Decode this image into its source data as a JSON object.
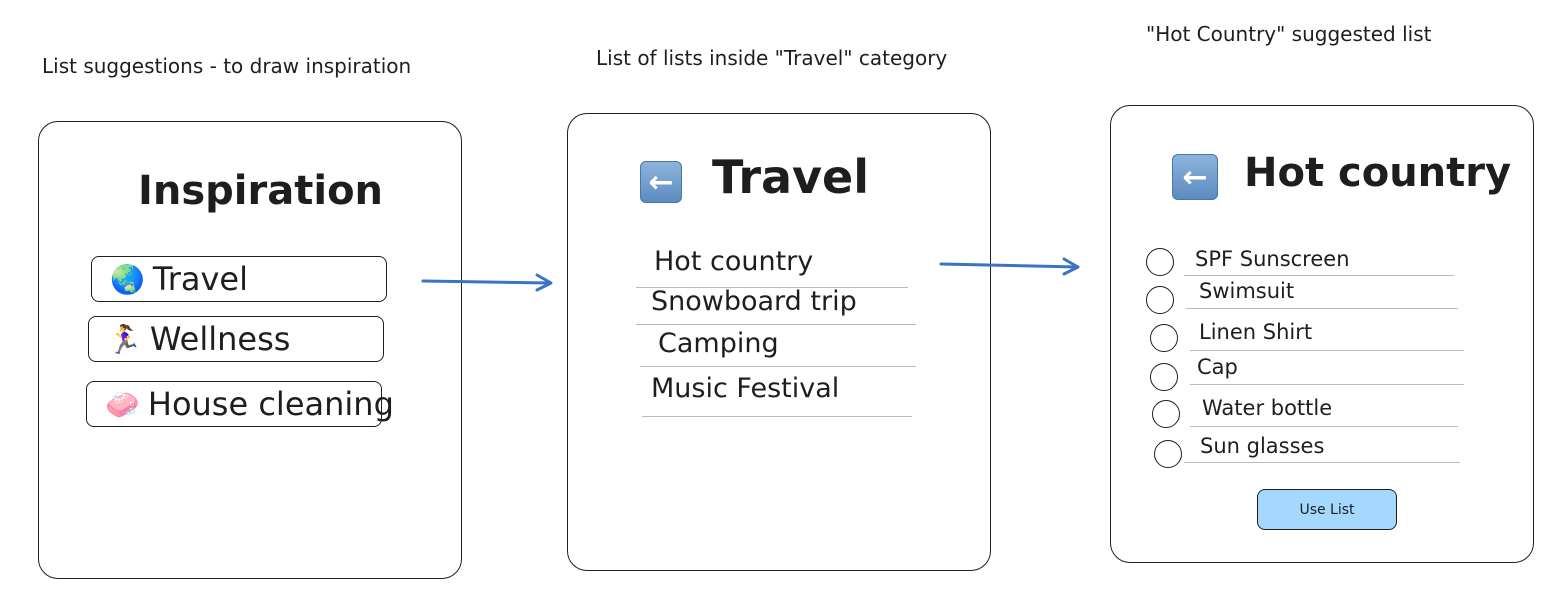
{
  "captions": {
    "left": "List suggestions - to draw inspiration",
    "middle": "List of lists inside \"Travel\" category",
    "right": "\"Hot Country\" suggested list"
  },
  "inspiration": {
    "title": "Inspiration",
    "categories": [
      {
        "emoji": "🌏",
        "label": "Travel"
      },
      {
        "emoji": "🏃‍♀️",
        "label": "Wellness"
      },
      {
        "emoji": "🧼",
        "label": "House cleaning"
      }
    ]
  },
  "travel": {
    "back_icon": "back-arrow-icon",
    "title": "Travel",
    "lists": [
      "Hot country",
      "Snowboard trip",
      "Camping",
      "Music Festival"
    ]
  },
  "hot_country": {
    "back_icon": "back-arrow-icon",
    "title": "Hot country",
    "items": [
      "SPF Sunscreen",
      "Swimsuit",
      "Linen Shirt",
      "Cap",
      "Water bottle",
      "Sun glasses"
    ],
    "button_label": "Use List"
  },
  "colors": {
    "arrow": "#3a74c2",
    "button_fill": "#a5d8ff",
    "stroke": "#1e1e1e"
  }
}
